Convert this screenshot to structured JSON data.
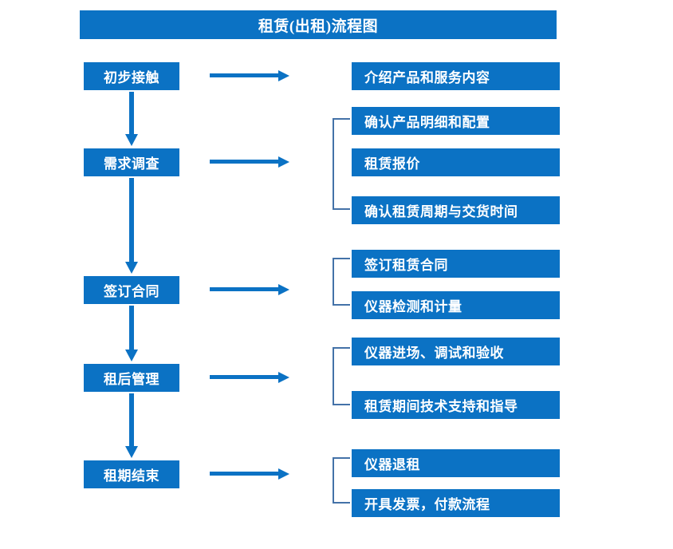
{
  "diagram": {
    "type": "flowchart",
    "title": "租赁(出租)流程图",
    "colors": {
      "box_fill": "#0b72c4",
      "box_text": "#ffffff",
      "arrow": "#0b72c4",
      "bracket": "#4472a8",
      "background": "#ffffff"
    },
    "stages": [
      {
        "id": "stage-1",
        "label": "初步接触"
      },
      {
        "id": "stage-2",
        "label": "需求调查"
      },
      {
        "id": "stage-3",
        "label": "签订合同"
      },
      {
        "id": "stage-4",
        "label": "租后管理"
      },
      {
        "id": "stage-5",
        "label": "租期结束"
      }
    ],
    "details": [
      {
        "id": "detail-1",
        "label": "介绍产品和服务内容"
      },
      {
        "id": "detail-2",
        "label": "确认产品明细和配置"
      },
      {
        "id": "detail-3",
        "label": "租赁报价"
      },
      {
        "id": "detail-4",
        "label": "确认租赁周期与交货时间"
      },
      {
        "id": "detail-5",
        "label": "签订租赁合同"
      },
      {
        "id": "detail-6",
        "label": "仪器检测和计量"
      },
      {
        "id": "detail-7",
        "label": "仪器进场、调试和验收"
      },
      {
        "id": "detail-8",
        "label": "租赁期间技术支持和指导"
      },
      {
        "id": "detail-9",
        "label": "仪器退租"
      },
      {
        "id": "detail-10",
        "label": "开具发票，付款流程"
      }
    ],
    "connections": {
      "horizontal_arrows": 5,
      "vertical_arrows": 4,
      "brackets": 4
    }
  }
}
